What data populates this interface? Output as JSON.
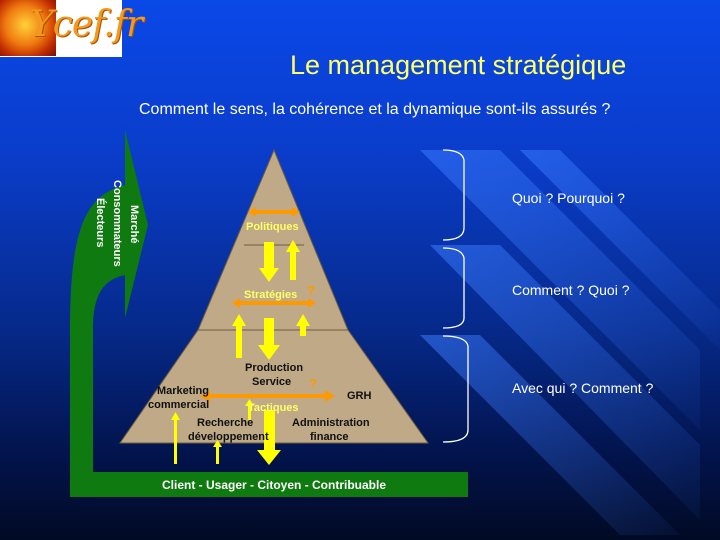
{
  "logo": {
    "text": "Ycef.fr"
  },
  "title": "Le management stratégique",
  "subtitle": "Comment le sens, la cohérence et la dynamique sont-ils assurés ?",
  "questions": [
    "Quoi ? Pourquoi ?",
    "Comment ? Quoi ?",
    "Avec qui ? Comment ?"
  ],
  "market": {
    "line1": "Marché",
    "line2": "Consommateurs",
    "line3": "Électeurs"
  },
  "pyramid": {
    "politiques": "Politiques",
    "strategies": "Stratégies",
    "tactiques": "Tactiques",
    "production_line1": "Production",
    "production_line2": "Service",
    "marketing_line1": "Marketing",
    "marketing_line2": "commercial",
    "grh": "GRH",
    "recherche_line1": "Recherche",
    "recherche_line2": "développement",
    "admin_line1": "Administration",
    "admin_line2": "finance"
  },
  "footer": "Client - Usager - Citoyen - Contribuable",
  "colors": {
    "title": "#ffff66",
    "pyramid": "#bfa986",
    "green": "#0f7a0f",
    "arrow_yellow": "#ffff00",
    "arrow_orange": "#ff9900"
  }
}
